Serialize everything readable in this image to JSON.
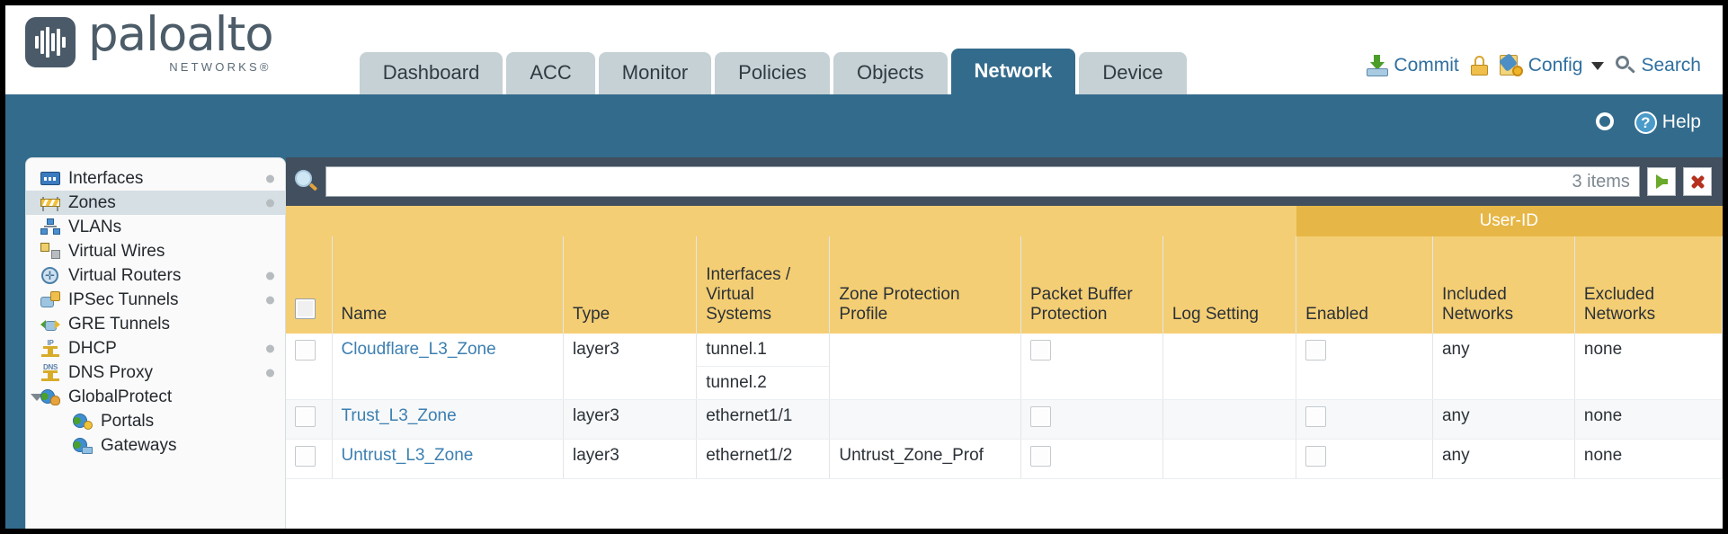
{
  "brand": {
    "name": "paloalto",
    "sub": "NETWORKS®"
  },
  "tabs": [
    {
      "label": "Dashboard",
      "active": false
    },
    {
      "label": "ACC",
      "active": false
    },
    {
      "label": "Monitor",
      "active": false
    },
    {
      "label": "Policies",
      "active": false
    },
    {
      "label": "Objects",
      "active": false
    },
    {
      "label": "Network",
      "active": true
    },
    {
      "label": "Device",
      "active": false
    }
  ],
  "header_actions": {
    "commit": "Commit",
    "lock_icon": "unlocked-padlock-icon",
    "config": "Config",
    "search": "Search"
  },
  "bluebar": {
    "refresh_icon": "refresh-icon",
    "help": "Help"
  },
  "sidebar": {
    "items": [
      {
        "label": "Interfaces",
        "icon": "network-card-icon",
        "selected": false,
        "dot": true,
        "child": false,
        "expander": false
      },
      {
        "label": "Zones",
        "icon": "zone-barrier-icon",
        "selected": true,
        "dot": true,
        "child": false,
        "expander": false
      },
      {
        "label": "VLANs",
        "icon": "vlan-nodes-icon",
        "selected": false,
        "dot": false,
        "child": false,
        "expander": false
      },
      {
        "label": "Virtual Wires",
        "icon": "virtual-wire-icon",
        "selected": false,
        "dot": false,
        "child": false,
        "expander": false
      },
      {
        "label": "Virtual Routers",
        "icon": "virtual-router-icon",
        "selected": false,
        "dot": true,
        "child": false,
        "expander": false
      },
      {
        "label": "IPSec Tunnels",
        "icon": "ipsec-tunnel-icon",
        "selected": false,
        "dot": true,
        "child": false,
        "expander": false
      },
      {
        "label": "GRE Tunnels",
        "icon": "gre-tunnel-icon",
        "selected": false,
        "dot": false,
        "child": false,
        "expander": false
      },
      {
        "label": "DHCP",
        "icon": "dhcp-ip-icon",
        "selected": false,
        "dot": true,
        "child": false,
        "expander": false
      },
      {
        "label": "DNS Proxy",
        "icon": "dns-proxy-icon",
        "selected": false,
        "dot": true,
        "child": false,
        "expander": false
      },
      {
        "label": "GlobalProtect",
        "icon": "globalprotect-icon",
        "selected": false,
        "dot": false,
        "child": false,
        "expander": true
      },
      {
        "label": "Portals",
        "icon": "portal-globe-icon",
        "selected": false,
        "dot": false,
        "child": true,
        "expander": false
      },
      {
        "label": "Gateways",
        "icon": "gateway-globe-icon",
        "selected": false,
        "dot": false,
        "child": true,
        "expander": false
      }
    ]
  },
  "filter": {
    "value": "",
    "items_count": "3 items",
    "apply_icon": "green-arrow-icon",
    "clear_icon": "red-x-icon"
  },
  "table": {
    "group_header": "User-ID",
    "columns": [
      "Name",
      "Type",
      "Interfaces / Virtual Systems",
      "Zone Protection Profile",
      "Packet Buffer Protection",
      "Log Setting",
      "Enabled",
      "Included Networks",
      "Excluded Networks"
    ],
    "rows": [
      {
        "selected": false,
        "name": "Cloudflare_L3_Zone",
        "type": "layer3",
        "interfaces": [
          "tunnel.1",
          "tunnel.2"
        ],
        "zone_protection_profile": "",
        "packet_buffer_protection": false,
        "log_setting": "",
        "userid_enabled": false,
        "included_networks": "any",
        "excluded_networks": "none"
      },
      {
        "selected": false,
        "name": "Trust_L3_Zone",
        "type": "layer3",
        "interfaces": [
          "ethernet1/1"
        ],
        "zone_protection_profile": "",
        "packet_buffer_protection": false,
        "log_setting": "",
        "userid_enabled": false,
        "included_networks": "any",
        "excluded_networks": "none"
      },
      {
        "selected": false,
        "name": "Untrust_L3_Zone",
        "type": "layer3",
        "interfaces": [
          "ethernet1/2"
        ],
        "zone_protection_profile": "Untrust_Zone_Prof",
        "packet_buffer_protection": false,
        "log_setting": "",
        "userid_enabled": false,
        "included_networks": "any",
        "excluded_networks": "none"
      }
    ]
  },
  "colors": {
    "accent_blue": "#336b8c",
    "header_amber": "#f4ce74",
    "group_amber": "#e6b747",
    "link_blue": "#3c7fb1",
    "dark_slate": "#424f5e"
  }
}
